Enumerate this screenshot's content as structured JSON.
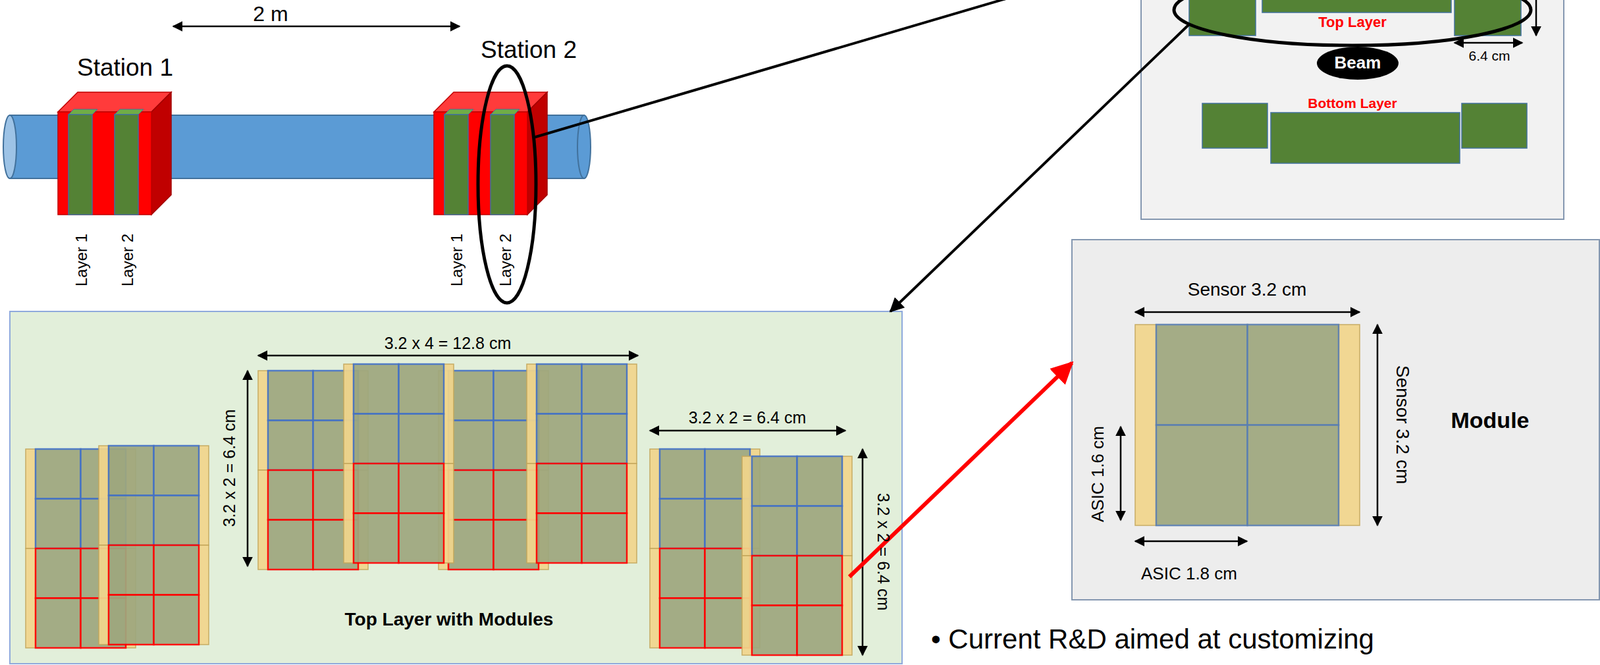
{
  "diagram": {
    "nodes": [
      {
        "text": [
          "Station 1"
        ]
      },
      {
        "text": [
          "Station 2"
        ]
      },
      {
        "text": [
          "Top Layer",
          "Bottom Layer"
        ]
      },
      {
        "text": [
          "Beam"
        ],
        "in": 2
      },
      {
        "text": [
          "Top Layer with Modules"
        ]
      },
      {
        "text": [
          "Module"
        ]
      },
      {
        "text": [
          "• Current R&D aimed at customizing"
        ]
      }
    ],
    "edges": [
      {
        "from": 1,
        "to": 2,
        "arrow": "none"
      },
      {
        "from": 2,
        "to": 4,
        "arrow": "to"
      },
      {
        "from": 4,
        "to": 5,
        "arrow": "to"
      }
    ],
    "labels": [
      "2 m",
      "Layer 1",
      "Layer 2",
      "Layer 1",
      "Layer 2",
      "6.4 cm",
      "3.2 x 4 = 12.8 cm",
      "3.2 x 2 = 6.4 cm",
      "3.2 x 2 = 6.4 cm",
      "3.2 x 2 = 6.4 cm",
      "Sensor 3.2 cm",
      "Sensor 3.2 cm",
      "ASIC 1.6 cm",
      "ASIC 1.8 cm"
    ]
  }
}
